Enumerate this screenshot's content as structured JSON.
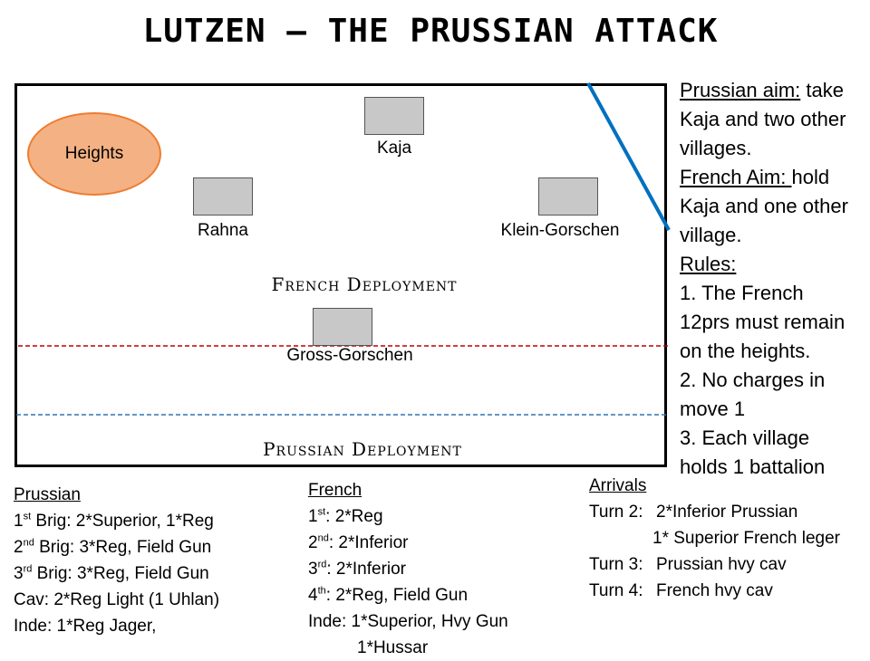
{
  "title": "LUTZEN – THE PRUSSIAN ATTACK",
  "map": {
    "heights_label": "Heights",
    "villages": {
      "kaja": "Kaja",
      "rahna": "Rahna",
      "klein_gorschen": "Klein-Gorschen",
      "gross_gorschen": "Gross-Gorschen"
    },
    "french_deployment": "French Deployment",
    "prussian_deployment": "Prussian Deployment",
    "colors": {
      "heights_fill": "#f4b183",
      "heights_border": "#ed7d31",
      "village_fill": "#c8c8c8",
      "french_line": "#c00000",
      "prussian_line": "#2e75b6",
      "edge_line": "#0070c0"
    }
  },
  "aims": {
    "prussian_aim_head": "Prussian aim:",
    "prussian_aim_l1": " take",
    "prussian_aim_l2": "Kaja and two other",
    "prussian_aim_l3": "villages.",
    "french_aim_head": "French Aim: ",
    "french_aim_l1": "hold",
    "french_aim_l2": "Kaja and one other",
    "french_aim_l3": "village.",
    "rules_head": "Rules:",
    "rules": [
      "1. The French",
      "12prs must remain",
      "on the heights.",
      "2. No charges in",
      "move 1",
      "3. Each village",
      "holds 1 battalion"
    ]
  },
  "prussian": {
    "head": "Prussian",
    "b1_ord": "1",
    "b1_sup": "st",
    "b1_text": " Brig: 2*Superior, 1*Reg",
    "b2_ord": "2",
    "b2_sup": "nd",
    "b2_text": " Brig: 3*Reg, Field Gun",
    "b3_ord": "3",
    "b3_sup": "rd",
    "b3_text": " Brig: 3*Reg, Field Gun",
    "cav": "Cav: 2*Reg Light (1 Uhlan)",
    "inde": "Inde: 1*Reg Jager,"
  },
  "french": {
    "head": "French",
    "b1_ord": "1",
    "b1_sup": "st",
    "b1_text": ": 2*Reg",
    "b2_ord": "2",
    "b2_sup": "nd",
    "b2_text": ": 2*Inferior",
    "b3_ord": "3",
    "b3_sup": "rd",
    "b3_text": ": 2*Inferior",
    "b4_ord": "4",
    "b4_sup": "th",
    "b4_text": ": 2*Reg, Field Gun",
    "inde": "Inde: 1*Superior, Hvy Gun",
    "inde2": "1*Hussar"
  },
  "arrivals": {
    "head": "Arrivals",
    "t2_label": "Turn 2:",
    "t2_text": "2*Inferior Prussian",
    "t2_text2": "1* Superior French leger",
    "t3_label": "Turn 3:",
    "t3_text": "Prussian hvy cav",
    "t4_label": "Turn 4:",
    "t4_text": "French hvy cav"
  }
}
